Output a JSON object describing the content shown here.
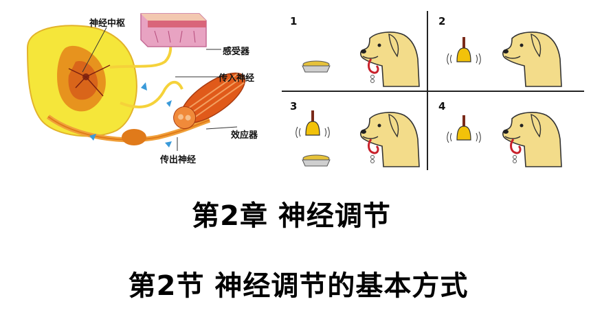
{
  "reflex_arc": {
    "labels": {
      "center": "神经中枢",
      "receptor": "感受器",
      "afferent": "传入神经",
      "effector": "效应器",
      "efferent": "传出神经"
    }
  },
  "conditioning": {
    "panels": [
      {
        "number": "1"
      },
      {
        "number": "2"
      },
      {
        "number": "3"
      },
      {
        "number": "4"
      }
    ]
  },
  "titles": {
    "chapter": "第2章 神经调节",
    "section": "第2节 神经调节的基本方式"
  },
  "colors": {
    "spinal_yellow": "#f5e63a",
    "spinal_orange": "#e58a1c",
    "dog_fill": "#f3dc8a",
    "bell": "#f2c20a",
    "saliva_red": "#c8202a"
  }
}
